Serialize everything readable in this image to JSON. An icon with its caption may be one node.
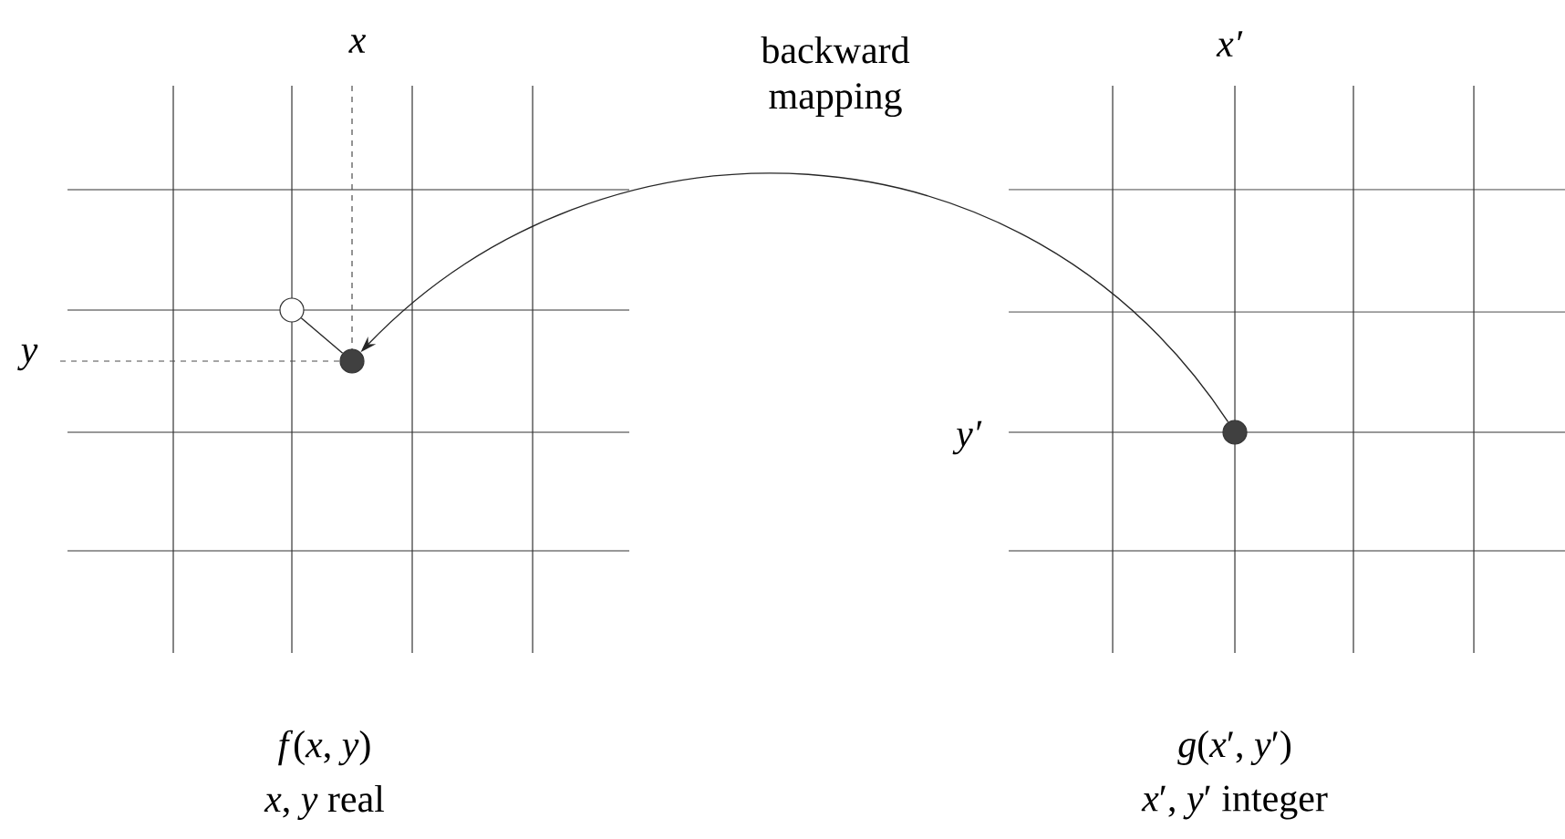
{
  "diagram": {
    "nodes": [
      {
        "text": [],
        "shape": "circle"
      },
      {
        "text": [],
        "shape": "circle"
      },
      {
        "text": [],
        "shape": "circle"
      }
    ],
    "edges": [
      {
        "from": 2,
        "to": 1,
        "arrow": "to",
        "label": "backward mapping"
      },
      {
        "from": 0,
        "to": 1,
        "arrow": "none"
      }
    ],
    "labels": [
      "x",
      "x′",
      "y",
      "y′",
      "*f*(*x*, *y*)",
      "*g*(*x*′, *y*′)",
      "*x*, *y* real",
      "*x*′, *y*′ integer"
    ]
  }
}
